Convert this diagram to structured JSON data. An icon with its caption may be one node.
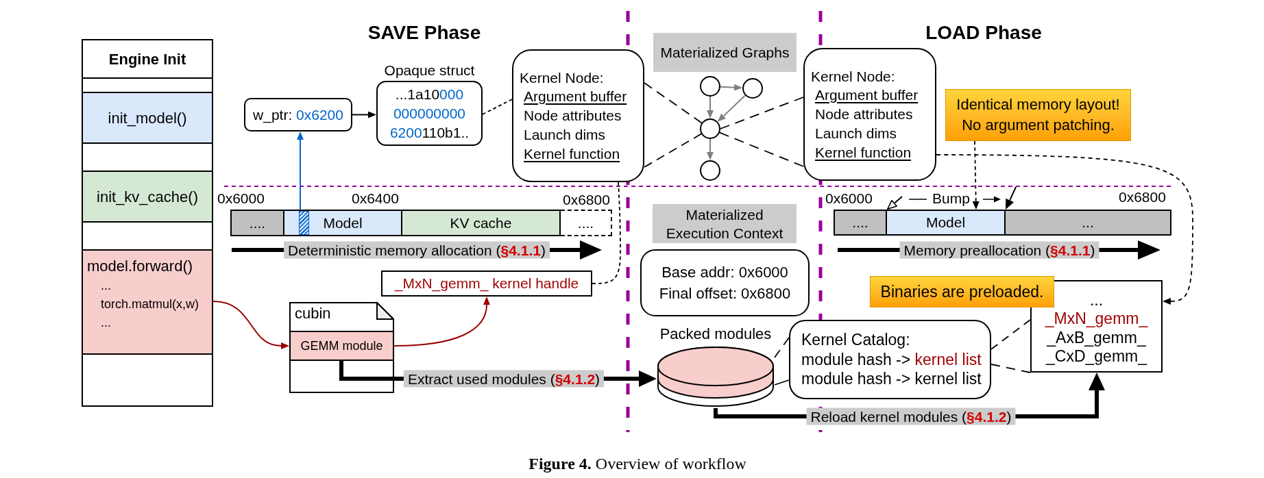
{
  "diagram": {
    "caption": "**Figure 4.** Overview of workflow",
    "nodes": [
      {
        "text": [
          "Engine Init"
        ]
      },
      {
        "text": [],
        "shape": "box",
        "in": 0
      },
      {
        "text": [
          "init_model()"
        ],
        "in": 0
      },
      {
        "text": [],
        "shape": "box",
        "in": 0
      },
      {
        "text": [
          "init_kv_cache()"
        ],
        "in": 0
      },
      {
        "text": [],
        "shape": "box",
        "in": 0
      },
      {
        "text": [
          "model.forward()",
          "...",
          "torch.matmul(x,w)",
          "..."
        ],
        "in": 0
      },
      {
        "text": [],
        "shape": "box",
        "in": 0
      },
      {
        "text": [
          "w_ptr:",
          "0x6200"
        ]
      },
      {
        "text": [
          "Opaque struct",
          "...1a10",
          "000",
          "000000000",
          "6200",
          "110b1.."
        ]
      },
      {
        "text": [
          "Kernel Node:",
          "Argument buffer",
          "Node attributes",
          "Launch dims",
          "Kernel function"
        ]
      },
      {
        "text": [
          "Materialized Graphs"
        ]
      },
      {
        "text": [],
        "shape": "circle"
      },
      {
        "text": [],
        "shape": "circle"
      },
      {
        "text": [],
        "shape": "circle"
      },
      {
        "text": [],
        "shape": "circle"
      },
      {
        "text": [
          "Kernel Node:",
          "Argument buffer",
          "Node attributes",
          "Launch dims",
          "Kernel function"
        ]
      },
      {
        "text": [
          "Identical memory layout!",
          "No argument patching."
        ]
      },
      {
        "text": [
          "...."
        ]
      },
      {
        "text": [
          "Model"
        ]
      },
      {
        "text": [],
        "shape": "box",
        "in": 19
      },
      {
        "text": [
          "KV cache"
        ]
      },
      {
        "text": [
          "...."
        ]
      },
      {
        "text": [
          "Materialized Execution Context"
        ]
      },
      {
        "text": [
          "...."
        ]
      },
      {
        "text": [
          "Model"
        ]
      },
      {
        "text": [
          "..."
        ]
      },
      {
        "text": [
          "_MxN_gemm_ kernel handle"
        ]
      },
      {
        "text": [
          "Base addr: 0x6000",
          "Final offset: 0x6800"
        ]
      },
      {
        "text": [
          "Binaries are preloaded."
        ]
      },
      {
        "text": [
          "...",
          "_MxN_gemm_",
          "_AxB_gemm_",
          "_CxD_gemm_"
        ]
      },
      {
        "text": [
          "cubin"
        ]
      },
      {
        "text": [
          "GEMM module"
        ],
        "in": 31
      },
      {
        "text": [
          "Packed modules"
        ]
      },
      {
        "text": [
          "Kernel Catalog:",
          "module hash ->",
          "kernel list",
          "module hash -> kernel list"
        ]
      }
    ],
    "edges": [
      {
        "from": 20,
        "to": 8,
        "arrow": "to",
        "color": "#0066cc"
      },
      {
        "from": 8,
        "to": 9,
        "arrow": "to"
      },
      {
        "from": 9,
        "to": 10,
        "arrow": "none",
        "style": "dashed"
      },
      {
        "from": 10,
        "to": 27,
        "arrow": "none",
        "style": "dashed"
      },
      {
        "from": 10,
        "to": 14,
        "arrow": "none",
        "style": "dashed"
      },
      {
        "from": 10,
        "to": 14,
        "arrow": "none",
        "style": "dashed"
      },
      {
        "from": 14,
        "to": 16,
        "arrow": "none",
        "style": "dashed"
      },
      {
        "from": 14,
        "to": 16,
        "arrow": "none",
        "style": "dashed"
      },
      {
        "from": 12,
        "to": 13,
        "arrow": "to",
        "color": "#808080"
      },
      {
        "from": 12,
        "to": 14,
        "arrow": "to",
        "color": "#808080"
      },
      {
        "from": 13,
        "to": 14,
        "arrow": "to",
        "color": "#808080"
      },
      {
        "from": 14,
        "to": 15,
        "arrow": "to",
        "color": "#808080"
      },
      {
        "from": 17,
        "to": 25,
        "arrow": "to",
        "style": "dashed"
      },
      {
        "from": 16,
        "to": 30,
        "arrow": "to",
        "style": "dashed"
      },
      {
        "from": 6,
        "to": 32,
        "arrow": "to",
        "color": "#990000"
      },
      {
        "from": 32,
        "to": 27,
        "arrow": "to",
        "color": "#990000"
      },
      {
        "from": 32,
        "to": 33,
        "arrow": "to",
        "style": "thick",
        "label": "Extract used modules (**§4.1.2**)"
      },
      {
        "from": 33,
        "to": 34,
        "arrow": "none",
        "style": "dashed"
      },
      {
        "from": 33,
        "to": 34,
        "arrow": "none",
        "style": "dashed"
      },
      {
        "from": 34,
        "to": 30,
        "arrow": "none",
        "style": "dashed"
      },
      {
        "from": 34,
        "to": 30,
        "arrow": "none",
        "style": "dashed"
      },
      {
        "from": 33,
        "to": 30,
        "arrow": "to",
        "style": "thick",
        "label": "Reload kernel modules (**§4.1.2**)"
      },
      {
        "from": null,
        "to": 25,
        "arrow": "to"
      },
      {
        "from": null,
        "to": 25,
        "arrow": "to"
      }
    ],
    "labels": [
      "SAVE Phase",
      "LOAD Phase",
      "0x6000",
      "0x6400",
      "0x6800",
      "0x6000",
      "Bump",
      "0x6800",
      "Deterministic memory allocation (**§4.1.1**)",
      "Memory preallocation (**§4.1.1**)"
    ]
  }
}
